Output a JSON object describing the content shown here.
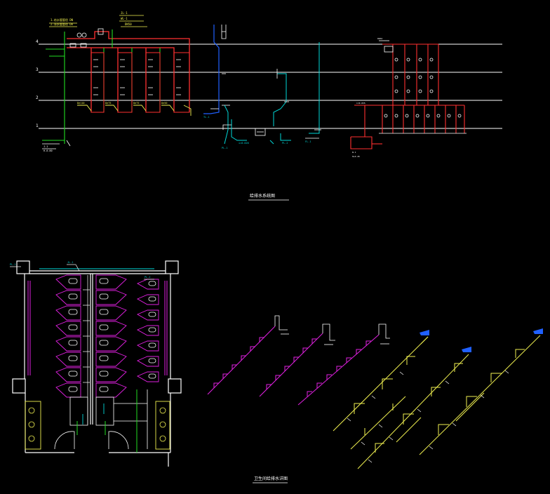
{
  "drawing": {
    "riser_title": "给排水系统图",
    "plan_title": "卫生间给排水详图",
    "floor_labels": [
      "4",
      "3",
      "2",
      "1"
    ],
    "pipe_tags": {
      "top_note_1": "1.给水管管径 DN",
      "top_note_2": "2.排水管管径 De",
      "jl1": "JL-1",
      "wl1": "WL-1",
      "dn50": "DN50",
      "dn32": "DN32",
      "de110": "De110",
      "de75": "De75",
      "de50": "De50",
      "pl1": "PL-1",
      "pl2": "PL-2",
      "fl1": "FL-1",
      "tl1": "TL-1",
      "i1": "i=0.026",
      "i2": "i=0.035",
      "h1": "H+0.45",
      "h2": "H-0.80",
      "j1": "J-1",
      "w1": "W-1"
    },
    "colors": {
      "background": "#000000",
      "floor_line": "#ffffff",
      "supply": "#ff3030",
      "drain": "#22dd22",
      "vent": "#2060ff",
      "cyan": "#00d8d8",
      "fixture": "#e020e0",
      "yellow": "#f0f050",
      "white": "#ffffff"
    }
  }
}
